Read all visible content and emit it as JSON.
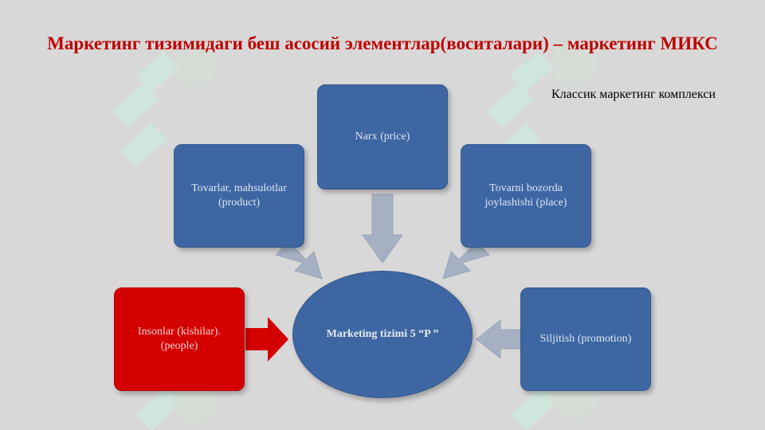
{
  "slide": {
    "title": "Маркетинг тизимидаги беш асосий элементлар(воситалари) – маркетинг МИКС",
    "subtitle": "Классик маркетинг комплекси"
  },
  "diagram": {
    "center": "Marketing tizimi 5 “P ”",
    "nodes": {
      "product": "Tovarlar, mahsulotlar (product)",
      "price": "Narx (price)",
      "place": "Tovarni bozorda joylashishi (place)",
      "people": "Insonlar (kishilar). (people)",
      "promotion": "Siljitish (promotion)"
    }
  },
  "colors": {
    "node_blue": "#3e66a3",
    "node_red": "#d40000",
    "arrow_gray": "#a5b1c2",
    "title_red": "#c00000",
    "background": "#d8d8d8"
  }
}
